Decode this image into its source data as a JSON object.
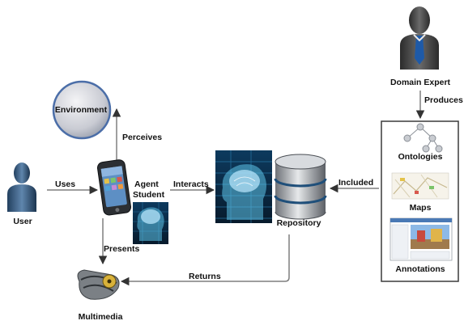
{
  "nodes": {
    "domain_expert": "Domain Expert",
    "environment": "Environment",
    "user": "User",
    "agent": "Agent",
    "student": "Student",
    "repository": "Repository",
    "multimedia": "Multimedia",
    "ontologies": "Ontologies",
    "maps": "Maps",
    "annotations": "Annotations"
  },
  "edges": {
    "produces": "Produces",
    "perceives": "Perceives",
    "uses": "Uses",
    "interacts": "Interacts",
    "included": "Included",
    "presents": "Presents",
    "returns": "Returns"
  },
  "icons": {
    "domain_expert": "businessman-silhouette-icon",
    "user": "person-silhouette-icon",
    "agent": "smartphone-icon",
    "student": "digital-brain-head-image",
    "repository_head": "digital-brain-head-image",
    "repository": "database-cylinder-icon",
    "multimedia": "film-reel-icon",
    "ontologies": "tree-graph-icon",
    "maps": "map-thumbnail-icon",
    "annotations": "annotation-tool-screenshot-icon",
    "environment": "sphere-icon"
  },
  "colors": {
    "arrow": "#7f7f7f",
    "person_dark": "#5a5a5a",
    "person_blue": "#1f4f7a",
    "brain_cyan": "#5ec4ea",
    "brain_bg": "#0b2d4c"
  }
}
